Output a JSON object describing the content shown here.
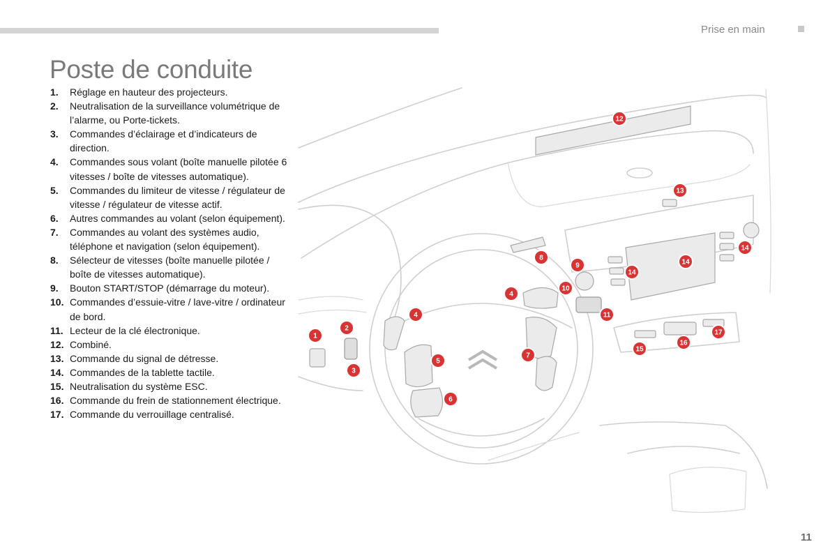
{
  "header": {
    "section_title": "Prise en main",
    "page_number": "11"
  },
  "page_title": "Poste de conduite",
  "legend": [
    {
      "num": "1.",
      "text": "Réglage en hauteur des projecteurs."
    },
    {
      "num": "2.",
      "text": "Neutralisation de la surveillance volumétrique de l’alarme, ou Porte-tickets."
    },
    {
      "num": "3.",
      "text": "Commandes d’éclairage et d’indicateurs de direction."
    },
    {
      "num": "4.",
      "text": "Commandes sous volant (boîte manuelle pilotée 6 vitesses / boîte de vitesses automatique)."
    },
    {
      "num": "5.",
      "text": "Commandes du limiteur de vitesse / régulateur de vitesse / régulateur de vitesse actif."
    },
    {
      "num": "6.",
      "text": "Autres commandes au volant (selon équipement)."
    },
    {
      "num": "7.",
      "text": "Commandes au volant des systèmes audio, téléphone et navigation (selon équipement)."
    },
    {
      "num": "8.",
      "text": "Sélecteur de vitesses (boîte manuelle pilotée / boîte de vitesses automatique)."
    },
    {
      "num": "9.",
      "text": "Bouton START/STOP (démarrage du moteur)."
    },
    {
      "num": "10.",
      "text": "Commandes d’essuie-vitre / lave-vitre / ordinateur de bord."
    },
    {
      "num": "11.",
      "text": "Lecteur de la clé électronique."
    },
    {
      "num": "12.",
      "text": "Combiné."
    },
    {
      "num": "13.",
      "text": "Commande du signal de détresse."
    },
    {
      "num": "14.",
      "text": "Commandes de la tablette tactile."
    },
    {
      "num": "15.",
      "text": "Neutralisation du système ESC."
    },
    {
      "num": "16.",
      "text": "Commande du frein de stationnement électrique."
    },
    {
      "num": "17.",
      "text": "Commande du verrouillage centralisé."
    }
  ],
  "illustration": {
    "callouts": [
      "1",
      "2",
      "3",
      "4",
      "5",
      "6",
      "7",
      "8",
      "9",
      "10",
      "11",
      "12",
      "13",
      "14",
      "14",
      "14",
      "15",
      "16",
      "17"
    ],
    "accent_color": "#d83434"
  }
}
